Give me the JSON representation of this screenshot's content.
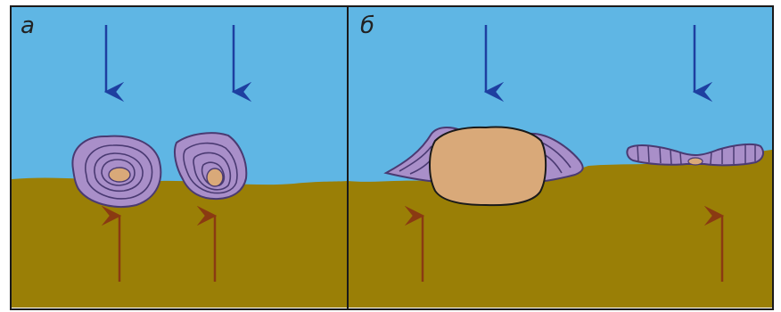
{
  "panels": [
    {
      "id": "a",
      "label": "а"
    },
    {
      "id": "b",
      "label": "б"
    }
  ],
  "colors": {
    "water": "#5fb6e4",
    "sediment": "#9a7f06",
    "concretion": "#a98fc9",
    "concretion_outline": "#4a3a72",
    "nucleus": "#d9a979",
    "arrow_down": "#1e3fa0",
    "arrow_up": "#8a3a12",
    "border": "#1a1a1a"
  },
  "icons": [
    "arrow-down-icon",
    "arrow-up-icon"
  ]
}
